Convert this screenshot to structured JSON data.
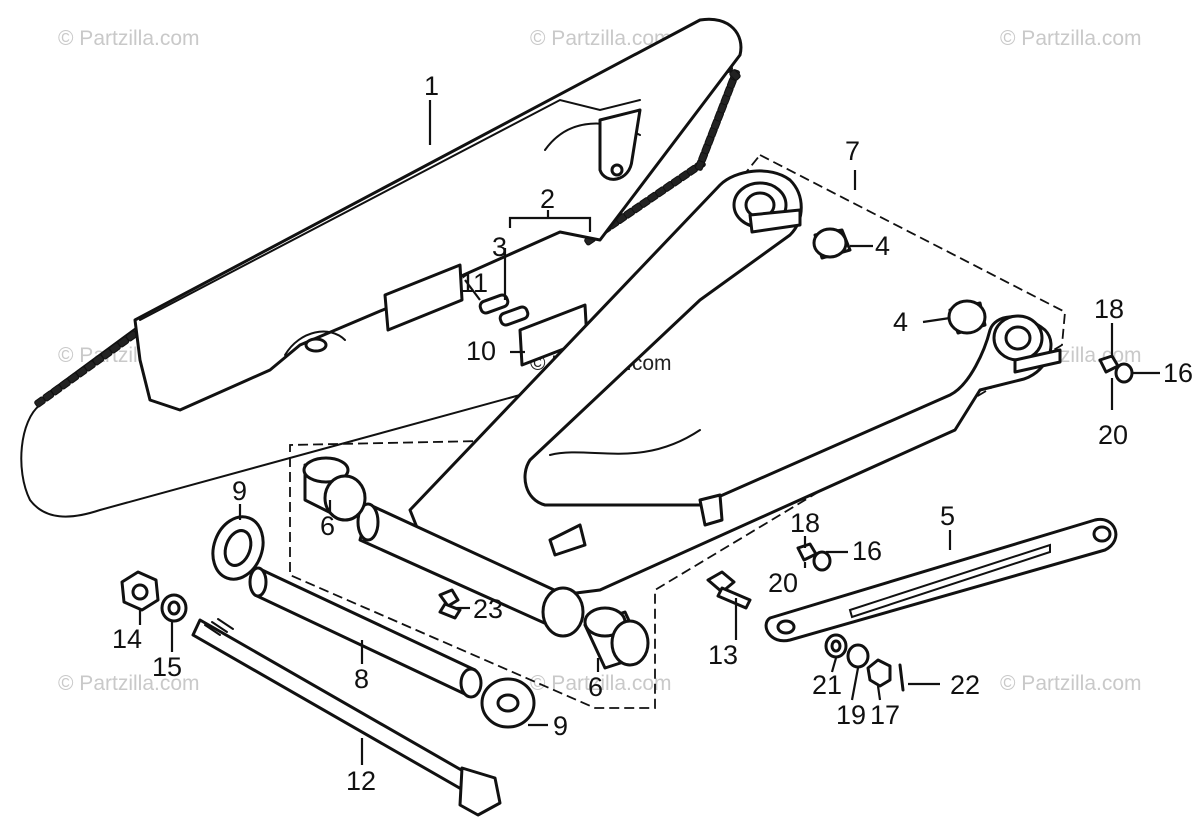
{
  "watermark": {
    "text": "© Partzilla.com",
    "color_light": "#c9c9c9",
    "color_dark": "#222222"
  },
  "callouts": {
    "c1": "1",
    "c2": "2",
    "c3": "3",
    "c4a": "4",
    "c4b": "4",
    "c5": "5",
    "c6a": "6",
    "c6b": "6",
    "c7": "7",
    "c8": "8",
    "c9a": "9",
    "c9b": "9",
    "c10": "10",
    "c11": "11",
    "c12": "12",
    "c13": "13",
    "c14": "14",
    "c15": "15",
    "c16a": "16",
    "c16b": "16",
    "c17": "17",
    "c18a": "18",
    "c18b": "18",
    "c19": "19",
    "c20a": "20",
    "c20b": "20",
    "c21": "21",
    "c22": "22",
    "c23": "23"
  }
}
